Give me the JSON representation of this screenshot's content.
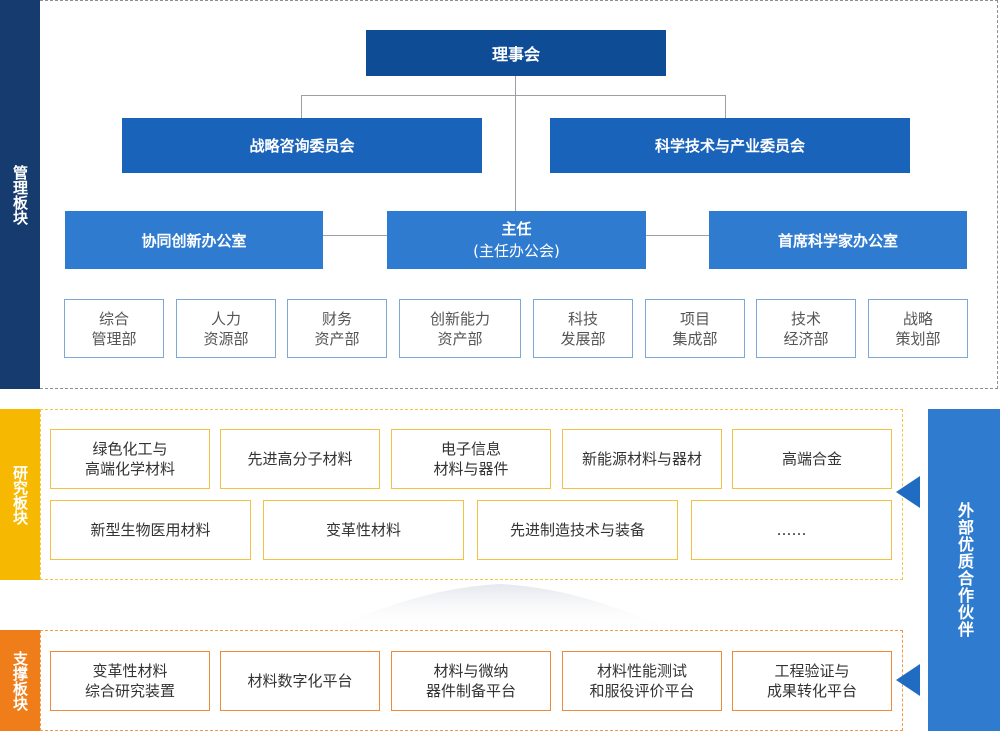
{
  "sections": {
    "management": "管理板块",
    "research": "研究板块",
    "support": "支撑板块"
  },
  "board": "理事会",
  "committees": [
    "战略咨询委员会",
    "科学技术与产业委员会"
  ],
  "offices": {
    "left": "协同创新办公室",
    "center_line1": "主任",
    "center_line2": "(主任办公会)",
    "right": "首席科学家办公室"
  },
  "departments": [
    [
      "综合",
      "管理部"
    ],
    [
      "人力",
      "资源部"
    ],
    [
      "财务",
      "资产部"
    ],
    [
      "创新能力",
      "资产部"
    ],
    [
      "科技",
      "发展部"
    ],
    [
      "项目",
      "集成部"
    ],
    [
      "技术",
      "经济部"
    ],
    [
      "战略",
      "策划部"
    ]
  ],
  "research_row1": [
    [
      "绿色化工与",
      "高端化学材料"
    ],
    [
      "先进高分子材料",
      ""
    ],
    [
      "电子信息",
      "材料与器件"
    ],
    [
      "新能源材料与器材",
      ""
    ],
    [
      "高端合金",
      ""
    ]
  ],
  "research_row2": [
    "新型生物医用材料",
    "变革性材料",
    "先进制造技术与装备",
    "……"
  ],
  "support_platforms": [
    [
      "变革性材料",
      "综合研究装置"
    ],
    [
      "材料数字化平台",
      ""
    ],
    [
      "材料与微纳",
      "器件制备平台"
    ],
    [
      "材料性能测试",
      "和服役评价平台"
    ],
    [
      "工程验证与",
      "成果转化平台"
    ]
  ],
  "external_partners": "外部优质合作伙伴",
  "colors": {
    "management": "#163b6e",
    "research": "#f6b800",
    "support": "#ef7d1a",
    "board": "#0f4c96",
    "committee": "#1a63bb",
    "office": "#2f7bd0",
    "partner": "#2f7bd0"
  }
}
